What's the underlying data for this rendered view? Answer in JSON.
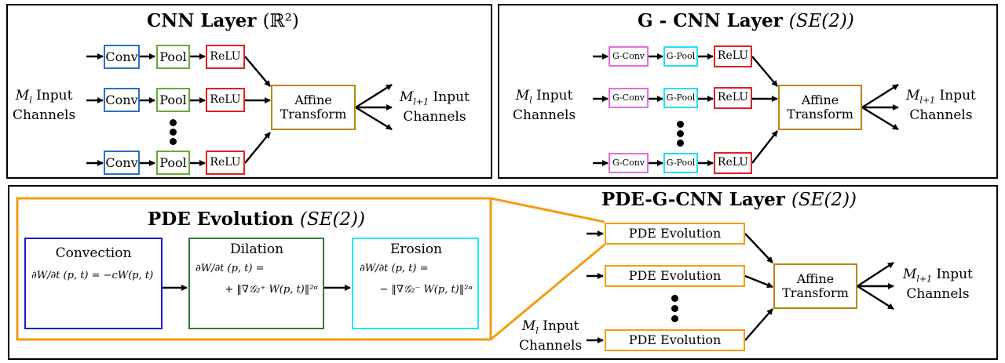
{
  "cnn": {
    "title_bold": "CNN Layer",
    "title_math": "(ℝ²)",
    "conv": "Conv",
    "pool": "Pool",
    "relu": "ReLU",
    "affine_l1": "Affine",
    "affine_l2": "Transform",
    "in_l1_sym": "M",
    "in_l1_sub": "l",
    "in_l1_txt": " Input",
    "in_l2": "Channels",
    "out_l1_sym": "M",
    "out_l1_sub": "l+1",
    "out_l1_txt": " Input",
    "out_l2": "Channels"
  },
  "gcnn": {
    "title_bold": "G - CNN Layer",
    "title_math": "(SE(2))",
    "conv": "G-Conv",
    "pool": "G-Pool",
    "relu": "ReLU",
    "affine_l1": "Affine",
    "affine_l2": "Transform",
    "in_l1_sym": "M",
    "in_l1_sub": "l",
    "in_l1_txt": " Input",
    "in_l2": "Channels",
    "out_l1_sym": "M",
    "out_l1_sub": "l+1",
    "out_l1_txt": " Input",
    "out_l2": "Channels"
  },
  "pde": {
    "title_bold": "PDE-G-CNN Layer",
    "title_math": "(SE(2))",
    "evo": "PDE Evolution",
    "affine_l1": "Affine",
    "affine_l2": "Transform",
    "in_l1_sym": "M",
    "in_l1_sub": "l",
    "in_l1_txt": " Input",
    "in_l2": "Channels",
    "out_l1_sym": "M",
    "out_l1_sub": "l+1",
    "out_l1_txt": " Input",
    "out_l2": "Channels",
    "inset_title_bold": "PDE Evolution",
    "inset_title_math": "(SE(2))",
    "convection_name": "Convection",
    "convection_eq": "∂W/∂t (p, t) = −cW(p, t)",
    "dilation_name": "Dilation",
    "dilation_eq1": "∂W/∂t (p, t) =",
    "dilation_eq2": "+ ‖∇𝒢₂⁺ W(p, t)‖²ᵅ",
    "erosion_name": "Erosion",
    "erosion_eq1": "∂W/∂t (p, t) =",
    "erosion_eq2": "− ‖∇𝒢₂⁻ W(p, t)‖²ᵅ"
  },
  "colors": {
    "conv": "#2e6fbf",
    "pool": "#6aaa3a",
    "relu": "#e02020",
    "affine": "#b8860b",
    "gconv": "#e070d8",
    "gpool": "#22e0f0",
    "evo": "#f39c12",
    "convection": "#1a1acc",
    "dilation": "#2e7d32",
    "erosion": "#22e8f0"
  }
}
